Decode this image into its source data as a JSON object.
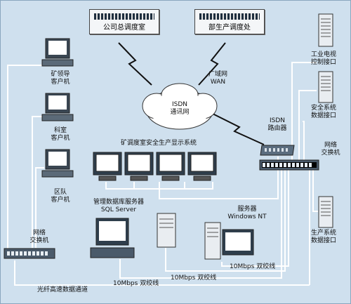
{
  "labels": {
    "company_dispatch": "公司总调度室",
    "production_dispatch": "部生产调度处",
    "wan": "广域网\nWAN",
    "isdn_net": "ISDN\n通讯网",
    "isdn_router": "ISDN\n路由器",
    "mine_leader": "矿领导\n客户机",
    "office_client": "科室\n客户机",
    "team_client": "区队\n客户机",
    "display_system": "矿调度室安全生产显示系统",
    "db_server": "管理数据库服务器\nSQL Server",
    "server_nt": "服务器\nWindows NT",
    "industrial_tv": "工业电视\n控制接口",
    "safety_interface": "安全系统\n数据接口",
    "net_switch_right": "网络\n交换机",
    "production_interface": "生产系统\n数据接口",
    "net_switch_left": "网络\n交换机",
    "twisted_1": "10Mbps 双绞线",
    "twisted_2": "10Mbps 双绞线",
    "twisted_3": "10Mbps 双绞线",
    "fiber": "光纤高速数据通道"
  },
  "colors": {
    "background": "#cfe0ee",
    "wire": "#ffffff",
    "device": "#2f3e4c",
    "screen": "#ffffff"
  }
}
